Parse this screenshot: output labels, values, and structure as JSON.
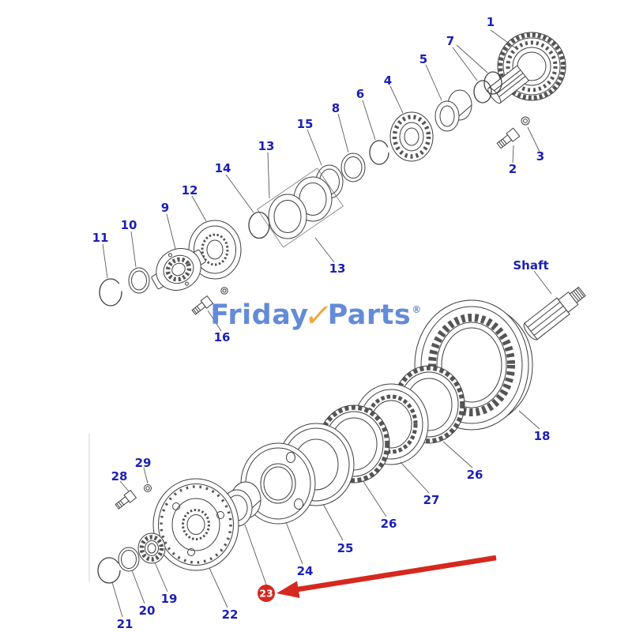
{
  "shaft_label": "Shaft",
  "watermark": {
    "brand_first": "Friday",
    "brand_second": "Parts",
    "check_glyph": "✓",
    "registered": "®",
    "blue": "#5c85d6",
    "orange": "#f0a435"
  },
  "colors": {
    "label_blue": "#1c1fb5",
    "diagram_line": "#3f3f3f",
    "arrow_red": "#d6281e"
  },
  "highlight": {
    "label": "23",
    "color": "#d6281e"
  },
  "callouts": [
    {
      "label": "1"
    },
    {
      "label": "7"
    },
    {
      "label": "5"
    },
    {
      "label": "4"
    },
    {
      "label": "6"
    },
    {
      "label": "8"
    },
    {
      "label": "15"
    },
    {
      "label": "13"
    },
    {
      "label": "14"
    },
    {
      "label": "12"
    },
    {
      "label": "9"
    },
    {
      "label": "10"
    },
    {
      "label": "11"
    },
    {
      "label": "2"
    },
    {
      "label": "3"
    },
    {
      "label": "13"
    },
    {
      "label": "16"
    },
    {
      "label": "18"
    },
    {
      "label": "26"
    },
    {
      "label": "27"
    },
    {
      "label": "26"
    },
    {
      "label": "25"
    },
    {
      "label": "24"
    },
    {
      "label": "23"
    },
    {
      "label": "22"
    },
    {
      "label": "19"
    },
    {
      "label": "20"
    },
    {
      "label": "21"
    },
    {
      "label": "28"
    },
    {
      "label": "29"
    }
  ]
}
